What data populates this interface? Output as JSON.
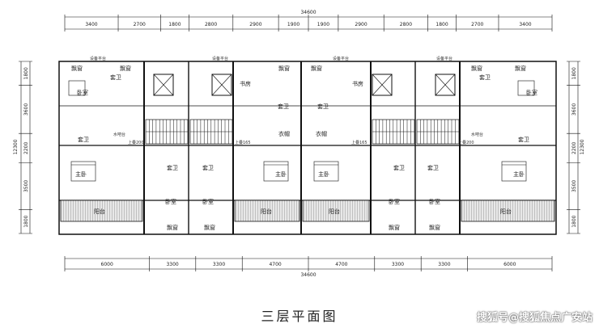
{
  "title": "三层平面图",
  "watermark": "搜狐号@搜狐焦点广安站",
  "dims": {
    "total": "34600",
    "top_segments": [
      "3400",
      "2700",
      "1800",
      "2800",
      "2900",
      "1900",
      "1900",
      "2900",
      "2800",
      "1800",
      "2700",
      "3400"
    ],
    "bottom_segments": [
      "6000",
      "3300",
      "3300",
      "4700",
      "4700",
      "3300",
      "3300",
      "6000"
    ],
    "left_segments": [
      "1800",
      "3600",
      "2200",
      "3500",
      "1800"
    ],
    "left_total": "12300",
    "right_segments": [
      "1800",
      "3600",
      "2200",
      "3500",
      "1800"
    ],
    "right_total": "12300"
  },
  "rooms": {
    "bay_window": "飘窗",
    "bedroom": "卧室",
    "ensuite": "套卫",
    "master_bedroom": "主卧",
    "balcony": "阳台",
    "study": "书房",
    "wardrobe": "衣帽",
    "water_table": "水吧台",
    "stair_up_200": "上叠200",
    "stair_up_165": "上叠165",
    "aircon": "设备平台"
  }
}
